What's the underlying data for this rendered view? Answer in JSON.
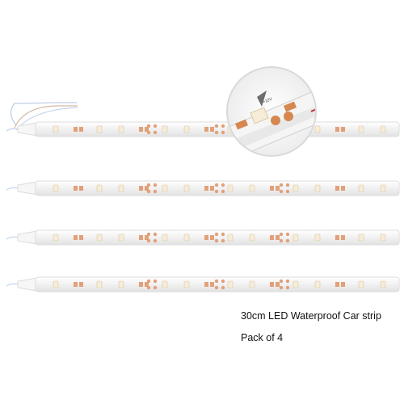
{
  "product": {
    "caption": "30cm LED Waterproof Car strip",
    "pack_text": "Pack of 4"
  },
  "strips": {
    "count": 4
  },
  "colors": {
    "strip_body": "#f3f3f3",
    "strip_edge": "#dcdcdc",
    "led_chip": "#f7ecd8",
    "resistor_pad": "#e2a07a",
    "wire": "#c9d6f0",
    "background": "#ffffff"
  },
  "icons": {
    "magnifier_detail": "magnifier-inset-icon",
    "led": "led-chip-icon",
    "resistor": "resistor-icon"
  }
}
